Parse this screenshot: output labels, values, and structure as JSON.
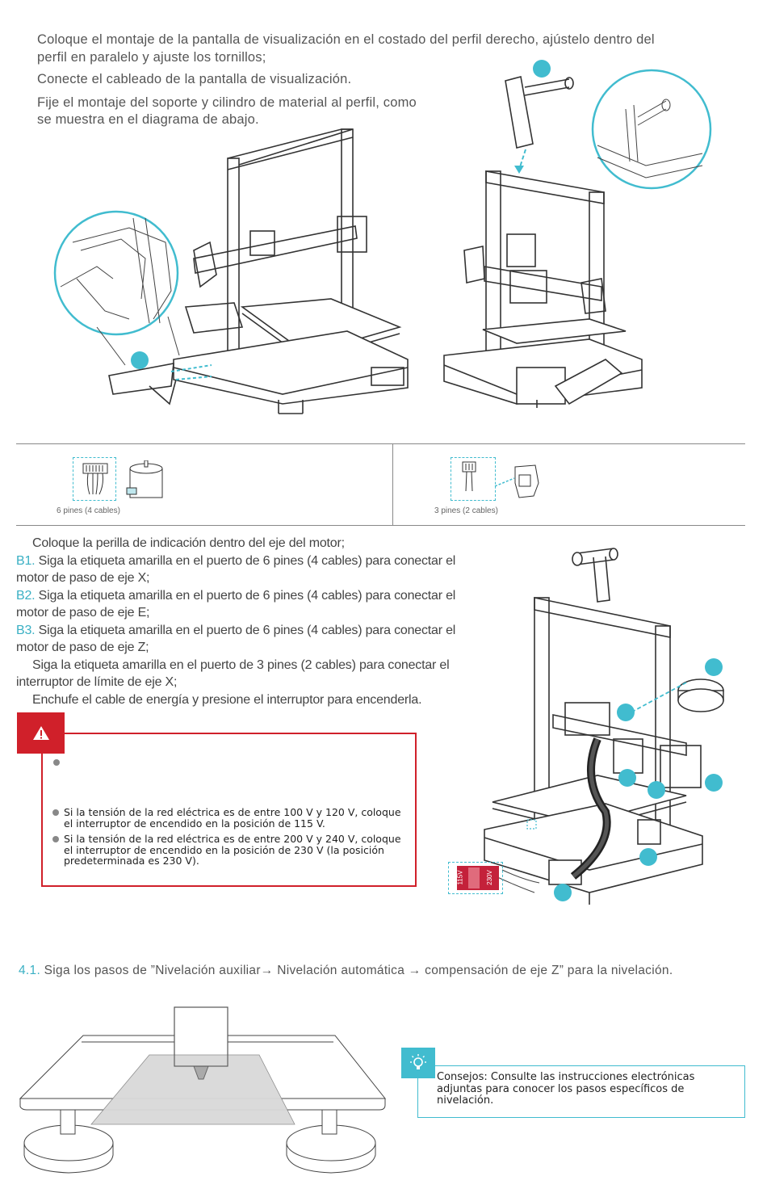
{
  "section1": {
    "lines": [
      "Coloque el montaje de la pantalla de visualización en el costado del perfil derecho, ajústelo dentro del",
      "perfil en paralelo y ajuste los tornillos;",
      "Conecte el cableado de la pantalla de visualización.",
      "Fije el montaje del soporte y cilindro de material al perfil, como",
      "se muestra en el diagrama de abajo."
    ]
  },
  "connectors": {
    "left_label": "6 pines (4 cables)",
    "right_label": "3 pines (2 cables)"
  },
  "section2": {
    "line1": "Coloque la perilla de indicación dentro del eje del motor;",
    "b1_prefix": "B1.",
    "b1_text": " Siga la etiqueta amarilla en el puerto de 6 pines (4 cables) para conectar el",
    "b1_cont": "motor de paso de eje X;",
    "b2_prefix": "B2.",
    "b2_text": " Siga la etiqueta amarilla en el puerto de 6 pines (4 cables) para conectar el",
    "b2_cont": "motor de paso de eje E;",
    "b3_prefix": "B3.",
    "b3_text": " Siga la etiqueta amarilla en el puerto de 6 pines (4 cables) para conectar el",
    "b3_cont": "motor de paso de eje Z;",
    "line_limit": "Siga la etiqueta amarilla en el puerto de 3 pines (2 cables) para conectar el",
    "line_limit_cont": "interruptor de límite de eje X;",
    "line_power": "Enchufe el cable de energía y presione el interruptor para encenderla."
  },
  "warning": {
    "bullet1": "Si la tensión de la red eléctrica es de entre 100 V y 120 V, coloque el interruptor de encendido en la posición de 115 V.",
    "bullet2": "Si la tensión de la red eléctrica es de entre 200 V y 240 V, coloque el interruptor de encendido en la posición de 230 V (la posición predeterminada es 230 V).",
    "accent_color": "#d0202a",
    "icon": "warning-triangle-icon"
  },
  "switch_labels": {
    "left": "115V",
    "right": "230V"
  },
  "section3": {
    "step_prefix": "4.1.",
    "step_text": " Siga los pasos de ”Nivelación auxiliar→ Nivelación automática → compensación de eje Z” para la nivelación."
  },
  "tips": {
    "text_line1": "Consejos: Consulte las instrucciones electrónicas",
    "text_line2": "adjuntas para conocer los pasos específicos de",
    "text_line3": "nivelación.",
    "accent_color": "#41bccf",
    "icon": "lightbulb-icon"
  }
}
